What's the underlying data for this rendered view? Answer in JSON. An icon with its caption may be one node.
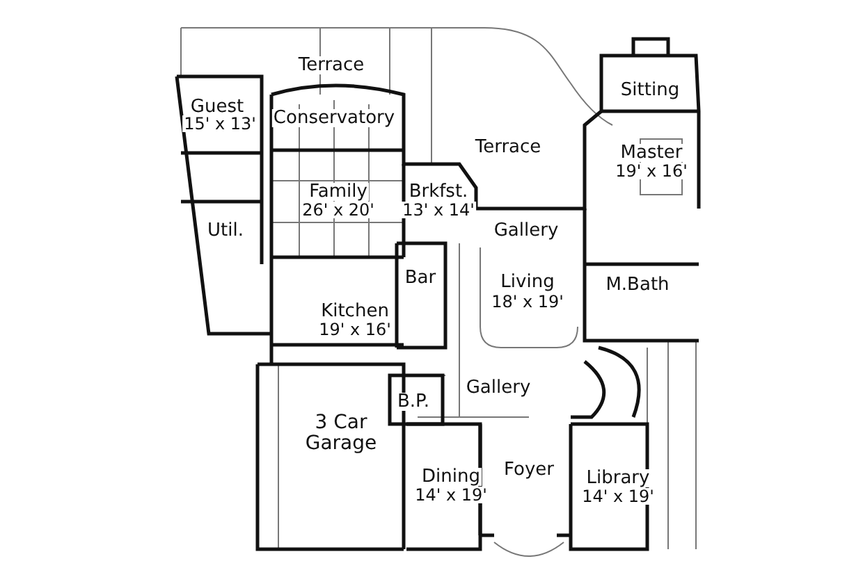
{
  "diagram": {
    "labels": [
      "Terrace",
      "Guest",
      "15' x 13'",
      "Sitting",
      "Conservatory",
      "Terrace",
      "Master",
      "19' x 16'",
      "Family",
      "26' x 20'",
      "Brkfst.",
      "13' x 14'",
      "Util.",
      "Gallery",
      "Bar",
      "Living",
      "M.Bath",
      "18' x 19'",
      "Kitchen",
      "19' x 16'",
      "Gallery",
      "B.P.",
      "3 Car Garage",
      "Dining",
      "Foyer",
      "Library",
      "14' x 19'",
      "14' x 19'"
    ]
  }
}
